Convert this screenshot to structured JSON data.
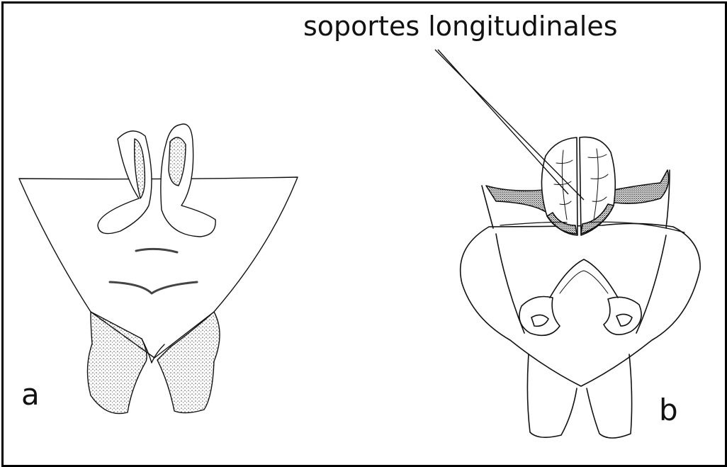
{
  "annotation": {
    "text": "soportes longitudinales"
  },
  "panels": [
    {
      "id": "a",
      "label": "a"
    },
    {
      "id": "b",
      "label": "b"
    }
  ],
  "colors": {
    "ink": "#111111",
    "stipple": "#555555",
    "background": "#ffffff"
  }
}
